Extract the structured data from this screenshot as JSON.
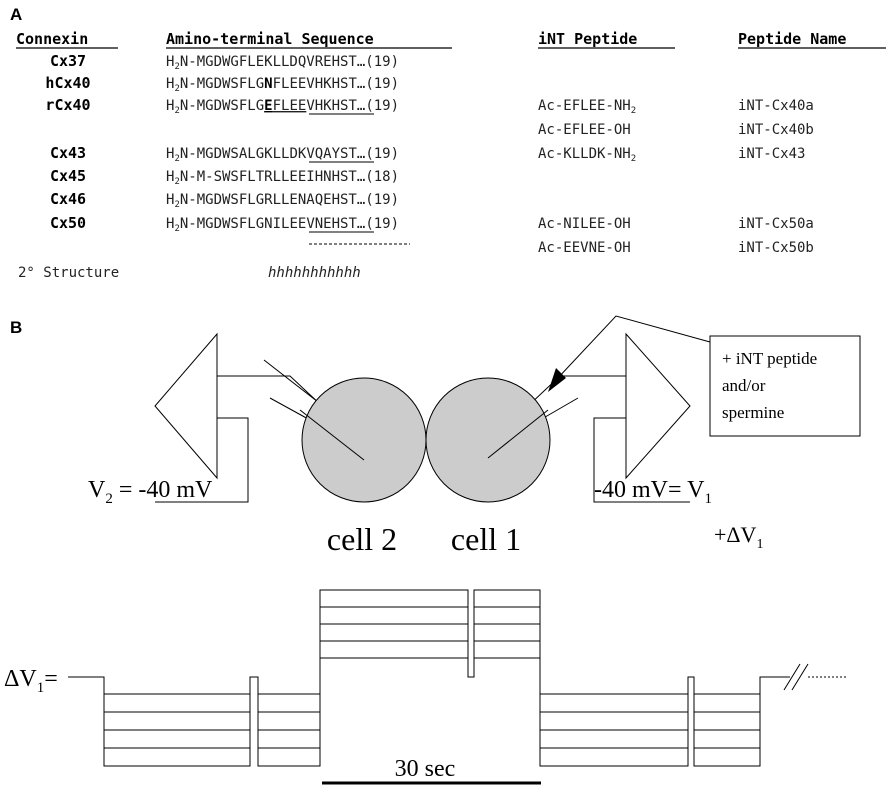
{
  "panel_a": {
    "label": "A",
    "headers": {
      "connexin": "Connexin",
      "sequence": "Amino-terminal Sequence",
      "peptide": "iNT Peptide",
      "name": "Peptide Name"
    },
    "rows": [
      {
        "connexin": "Cx37",
        "pre": "H",
        "sub": "2",
        "seq_before": "N-MGDWGFLEKLLDQVREHST…",
        "bold": "",
        "underline": "",
        "seq_after": "",
        "count": "(19)",
        "peptide": "",
        "pep_sub": "",
        "pep_suffix": "",
        "name": ""
      },
      {
        "connexin": "hCx40",
        "pre": "H",
        "sub": "2",
        "seq_before": "N-MGDWSFLG",
        "bold": "N",
        "underline": "",
        "seq_after": "FLEEVHKHST…",
        "count": "(19)",
        "peptide": "",
        "pep_sub": "",
        "pep_suffix": "",
        "name": ""
      },
      {
        "connexin": "rCx40",
        "pre": "H",
        "sub": "2",
        "seq_before": "N-MGDWSFLG",
        "bold": "E",
        "underline": "FLEE",
        "seq_after": "VHKHST…",
        "count": "(19)",
        "peptide": "Ac-EFLEE-NH",
        "pep_sub": "2",
        "pep_suffix": "",
        "name": "iNT-Cx40a"
      },
      {
        "connexin": "",
        "pre": "",
        "sub": "",
        "seq_before": "",
        "bold": "",
        "underline": "",
        "seq_after": "",
        "count": "",
        "peptide": "Ac-EFLEE-OH",
        "pep_sub": "",
        "pep_suffix": "",
        "name": "iNT-Cx40b"
      },
      {
        "connexin": "Cx43",
        "pre": "H",
        "sub": "2",
        "seq_before": "N-MGDWSALG",
        "bold": "",
        "underline": "KLLDK",
        "seq_after": "VQAYST…",
        "count": "(19)",
        "peptide": "Ac-KLLDK-NH",
        "pep_sub": "2",
        "pep_suffix": "",
        "name": "iNT-Cx43"
      },
      {
        "connexin": "Cx45",
        "pre": "H",
        "sub": "2",
        "seq_before": "N-M-SWSFLTRLLEEIHNHST…",
        "bold": "",
        "underline": "",
        "seq_after": "",
        "count": "(18)",
        "peptide": "",
        "pep_sub": "",
        "pep_suffix": "",
        "name": ""
      },
      {
        "connexin": "Cx46",
        "pre": "H",
        "sub": "2",
        "seq_before": "N-MGDWSFLGRLLENAQEHST…",
        "bold": "",
        "underline": "",
        "seq_after": "",
        "count": "(19)",
        "peptide": "",
        "pep_sub": "",
        "pep_suffix": "",
        "name": ""
      },
      {
        "connexin": "Cx50",
        "pre": "H",
        "sub": "2",
        "seq_before": "N-MGDWSFLG",
        "bold": "",
        "underline": "NILEE",
        "seq_after": "VNEHST…",
        "count": "(19)",
        "peptide": "Ac-NILEE-OH",
        "pep_sub": "",
        "pep_suffix": "",
        "name": "iNT-Cx50a"
      },
      {
        "connexin": "",
        "pre": "",
        "sub": "",
        "seq_before": "",
        "bold": "",
        "underline": "",
        "seq_after": "",
        "count": "",
        "peptide": "Ac-EEVNE-OH",
        "pep_sub": "",
        "pep_suffix": "",
        "name": "iNT-Cx50b"
      }
    ],
    "structure_label": "2° Structure",
    "structure_value": "hhhhhhhhhhh"
  },
  "panel_b": {
    "label": "B",
    "box_text": [
      "+ iNT peptide",
      "and/or",
      "spermine"
    ],
    "v2_label": "V",
    "v2_sub": "2",
    "v2_value": " = -40 mV",
    "v1_value": "-40 mV= V",
    "v1_sub": "1",
    "dv1_plus": "+ΔV",
    "dv1_plus_sub": "1",
    "cell2": "cell 2",
    "cell1": "cell 1",
    "dv1_label": "ΔV",
    "dv1_sub": "1",
    "dv1_eq": "=",
    "time_scale": "30 sec"
  },
  "colors": {
    "cell_fill": "#cccccc",
    "line": "#000000"
  }
}
